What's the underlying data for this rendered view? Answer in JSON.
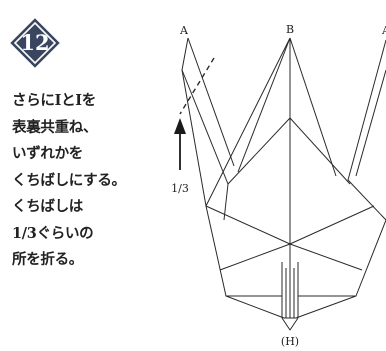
{
  "step": {
    "number": "12",
    "badge_color": "#3a4560"
  },
  "instructions": {
    "lines": [
      "さらにIとIを",
      "表裏共重ね、",
      "いずれかを",
      "くちばしにする。",
      "くちばしは",
      "1/3ぐらいの",
      "所を折る。"
    ]
  },
  "diagram": {
    "labels": {
      "a": "A",
      "b": "B",
      "a_right": "A",
      "h": "(H)",
      "fraction": "1/3"
    },
    "icons": [
      "up-arrow-icon"
    ]
  }
}
